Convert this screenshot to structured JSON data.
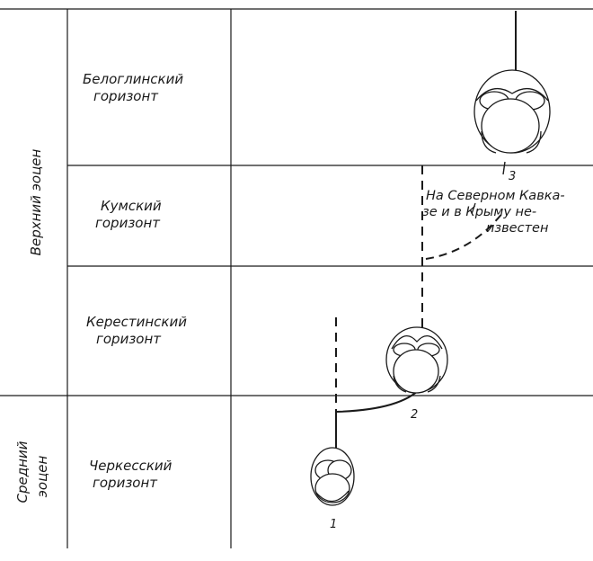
{
  "table": {
    "epochs": [
      {
        "label": "Верхний эоцен"
      },
      {
        "label": "Средний эоцен"
      }
    ],
    "horizons": [
      {
        "line1": "Белоглинский",
        "line2": "горизонт"
      },
      {
        "line1": "Кумский",
        "line2": "горизонт"
      },
      {
        "line1": "Керестинский",
        "line2": "горизонт"
      },
      {
        "line1": "Черкесский",
        "line2": "горизонт"
      }
    ]
  },
  "specimens": [
    {
      "number": "1"
    },
    {
      "number": "2"
    },
    {
      "number": "3"
    }
  ],
  "note": {
    "line1": "На Северном Кавка-",
    "line2": "зе и в Крыму не-",
    "line3": "известен"
  }
}
